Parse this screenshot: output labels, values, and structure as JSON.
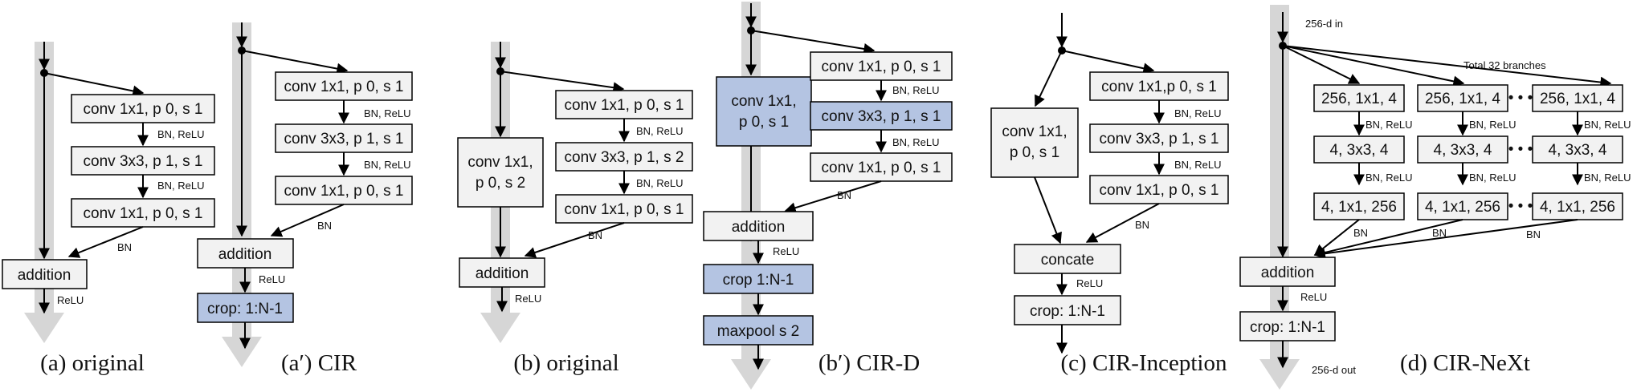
{
  "colors": {
    "gray_box": "#f2f2f2",
    "blue_box": "#b4c4e2",
    "trunk": "#d6d6d6",
    "stroke": "#000000"
  },
  "labels": {
    "bn": "BN",
    "bn_relu": "BN, ReLU",
    "relu": "ReLU"
  },
  "panels": {
    "a": {
      "caption": "(a) original",
      "conv1": "conv 1x1, p 0, s 1",
      "conv2": "conv 3x3, p 1, s 1",
      "conv3": "conv 1x1, p 0, s 1",
      "addition": "addition"
    },
    "a_prime": {
      "caption": "(a′) CIR",
      "conv1": "conv 1x1, p 0, s 1",
      "conv2": "conv 3x3,  p 1, s 1",
      "conv3": "conv 1x1, p 0, s 1",
      "addition": "addition",
      "crop": "crop: 1:N-1"
    },
    "b": {
      "caption": "(b) original",
      "shortcut_line1": "conv 1x1,",
      "shortcut_line2": "p 0, s 2",
      "conv1": "conv 1x1, p 0, s 1",
      "conv2": "conv 3x3, p 1, s 2",
      "conv3": "conv 1x1, p 0, s 1",
      "addition": "addition"
    },
    "b_prime": {
      "caption": "(b′) CIR-D",
      "shortcut_line1": "conv 1x1,",
      "shortcut_line2": "p 0, s 1",
      "conv1": "conv 1x1, p 0, s 1",
      "conv2": "conv 3x3, p 1, s 1",
      "conv3": "conv 1x1, p 0, s 1",
      "addition": "addition",
      "crop": "crop 1:N-1",
      "maxpool": "maxpool s 2"
    },
    "c": {
      "caption": "(c) CIR-Inception",
      "branch_line1": "conv 1x1,",
      "branch_line2": "p 0, s 1",
      "conv1": "conv 1x1,p 0, s 1",
      "conv2": "conv 3x3, p 1, s 1",
      "conv3": "conv 1x1, p 0, s 1",
      "concate": "concate",
      "crop": "crop: 1:N-1"
    },
    "d": {
      "caption": "(d) CIR-NeXt",
      "input": "256-d in",
      "output": "256-d out",
      "branches_note": "Total 32 branches",
      "row1": "256, 1x1, 4",
      "row2": "4, 3x3, 4",
      "row3": "4, 1x1, 256",
      "ellipsis": "• • •",
      "addition": "addition",
      "crop": "crop: 1:N-1"
    }
  }
}
